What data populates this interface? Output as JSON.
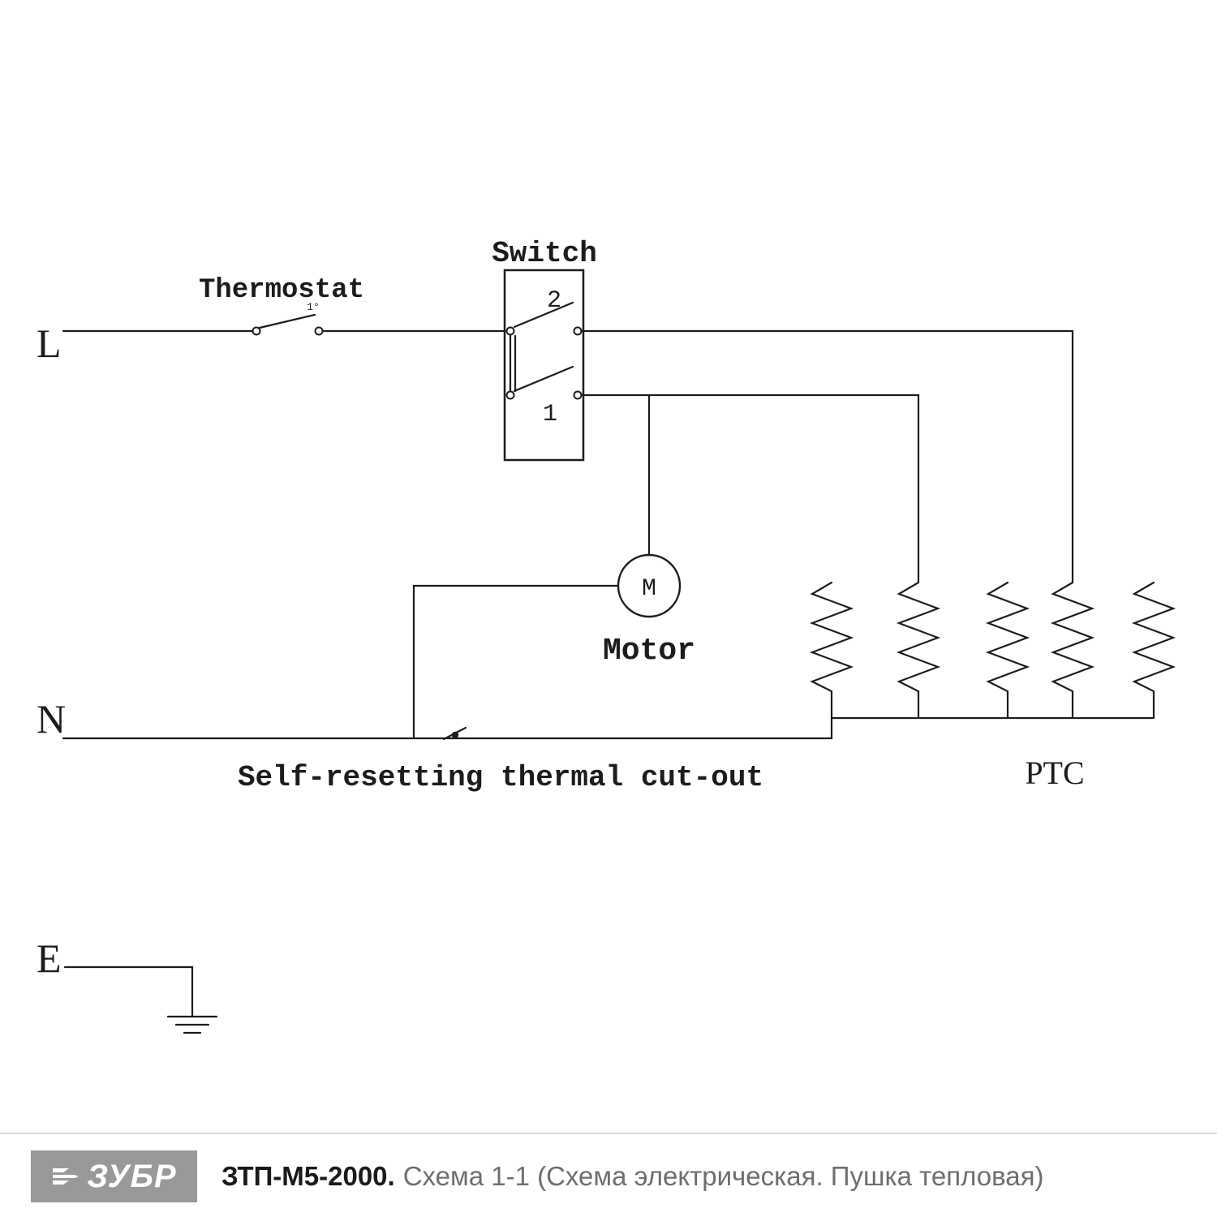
{
  "diagram": {
    "terminals": {
      "live": "L",
      "neutral": "N",
      "earth": "E"
    },
    "thermostat": {
      "label": "Thermostat",
      "note": "1°"
    },
    "switch": {
      "label": "Switch",
      "position_2": "2",
      "position_1": "1"
    },
    "motor": {
      "symbol": "M",
      "label": "Motor"
    },
    "thermal_cutout": {
      "label": "Self-resetting thermal cut-out"
    },
    "heater": {
      "label": "PTC",
      "element_count": 5
    },
    "line_color": "#1c1c1c"
  },
  "footer": {
    "logo_text": "ЗУБР",
    "model": "ЗТП-М5-2000.",
    "caption": "Схема 1-1 (Схема электрическая. Пушка тепловая)",
    "logo_bg": "#97999b",
    "model_color": "#1a1a1a",
    "caption_color": "#6d6e71",
    "divider_color": "#dbdbdb"
  }
}
